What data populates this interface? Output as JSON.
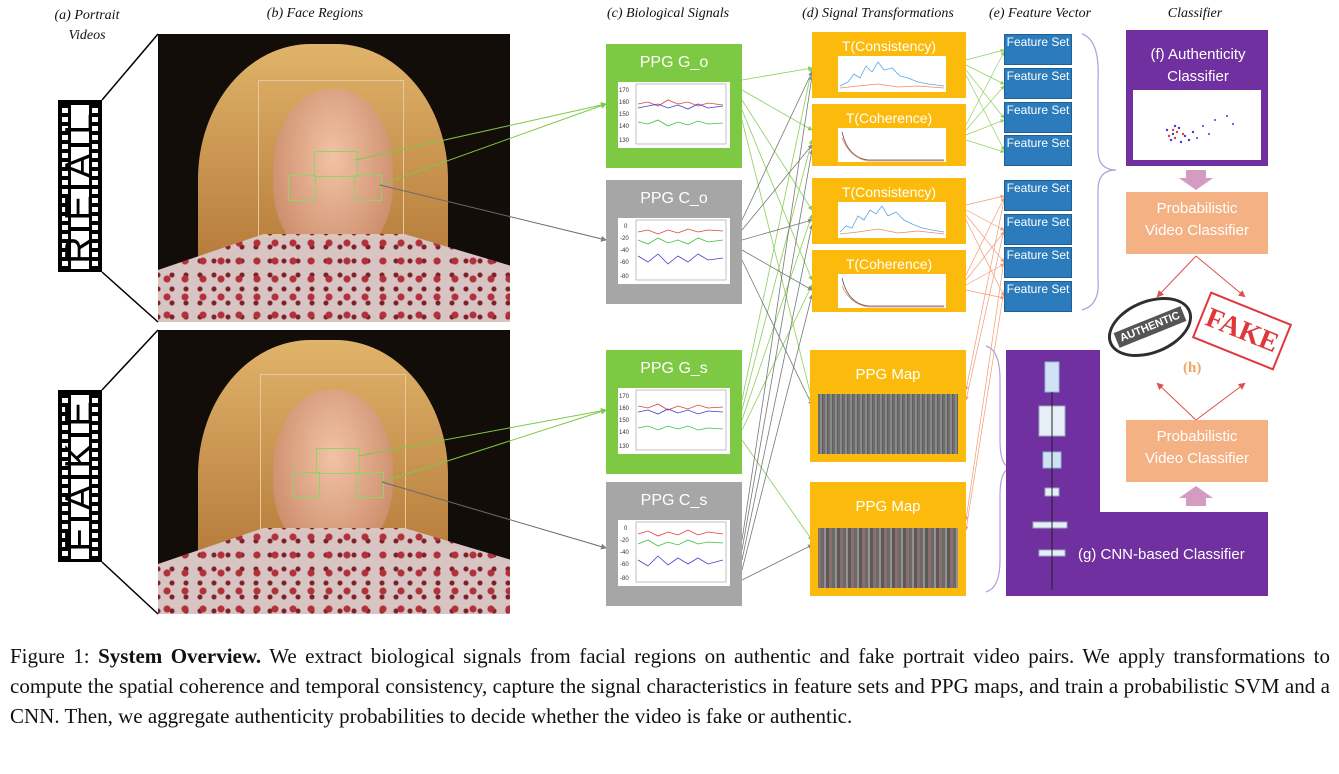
{
  "headers": {
    "a": "(a) Portrait\nVideos",
    "b": "(b) Face Regions",
    "c": "(c) Biological Signals",
    "d": "(d) Signal Transformations",
    "e": "(e) Feature Vector",
    "cls": "Classifier"
  },
  "film_real": [
    "R",
    "E",
    "A",
    "L"
  ],
  "film_fake": [
    "F",
    "A",
    "K",
    "E"
  ],
  "signals": {
    "g_o": "PPG G_o",
    "c_o": "PPG C_o",
    "g_s": "PPG G_s",
    "c_s": "PPG C_s"
  },
  "g_ticks": [
    "170",
    "160",
    "150",
    "140",
    "130"
  ],
  "c_ticks": [
    "0",
    "-20",
    "-40",
    "-60",
    "-80"
  ],
  "transforms": {
    "consistency_1": "T(Consistency)",
    "coherence_1": "T(Coherence)",
    "consistency_2": "T(Consistency)",
    "coherence_2": "T(Coherence)",
    "ppg_map_1": "PPG Map",
    "ppg_map_2": "PPG Map"
  },
  "feature_set": [
    "Feature Set",
    "Feature Set",
    "Feature Set",
    "Feature Set",
    "Feature Set",
    "Feature Set",
    "Feature Set",
    "Feature Set"
  ],
  "classifier": {
    "authenticity": "(f) Authenticity Classifier",
    "prob_1": "Probabilistic Video Classifier",
    "prob_2": "Probabilistic Video Classifier",
    "cnn": "(g) CNN-based Classifier",
    "h": "(h)",
    "stamp_authentic": "AUTHENTIC",
    "stamp_fake": "FAKE"
  },
  "colors": {
    "green": "#7dc943",
    "gray": "#a6a6a6",
    "gold": "#fcbb0c",
    "blue": "#2b7bbd",
    "purple": "#7030a0",
    "salmon": "#f4b183"
  },
  "caption": {
    "label": "Figure 1: ",
    "bold": "System Overview.",
    "text": " We extract biological signals from facial regions on authentic and fake portrait video pairs. We apply transformations to compute the spatial coherence and temporal consistency, capture the signal characteristics in feature sets and PPG maps, and train a probabilistic SVM and a CNN. Then, we aggregate authenticity probabilities to decide whether the video is fake or authentic."
  }
}
